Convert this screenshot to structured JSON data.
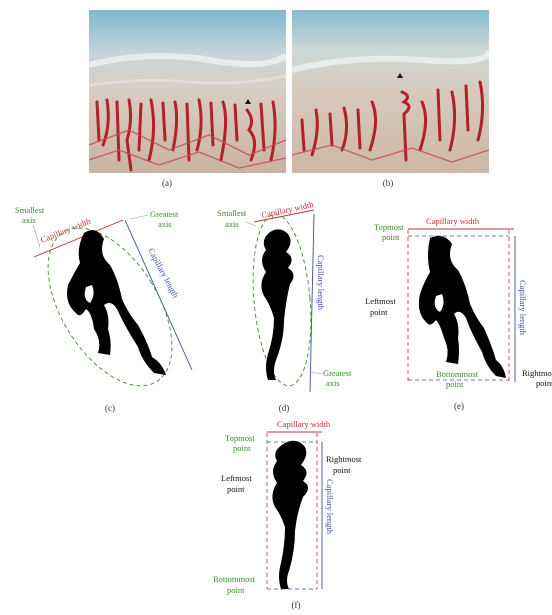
{
  "panels": {
    "a": {
      "caption": "(a)"
    },
    "b": {
      "caption": "(b)"
    },
    "c": {
      "caption": "(c)",
      "smallest_axis": [
        "Smallest",
        "axis"
      ],
      "greatest_axis": [
        "Greatest",
        "axis"
      ],
      "width": "Capillary width",
      "length": "Capillary length"
    },
    "d": {
      "caption": "(d)",
      "smallest_axis": [
        "Smallest",
        "axis"
      ],
      "greatest_axis": [
        "Greatest",
        "axis"
      ],
      "width": "Capillary width",
      "length": "Capillary length"
    },
    "e": {
      "caption": "(e)",
      "topmost": [
        "Topmost",
        "point"
      ],
      "leftmost": [
        "Leftmost",
        "point"
      ],
      "bottommost": [
        "Bottommost",
        "point"
      ],
      "rightmost": [
        "Rightmost",
        "point"
      ],
      "width": "Capillary width",
      "length": "Capillary length"
    },
    "f": {
      "caption": "(f)",
      "topmost": [
        "Topmost",
        "point"
      ],
      "leftmost": [
        "Leftmost",
        "point"
      ],
      "bottommost": [
        "Bottommost",
        "point"
      ],
      "rightmost": [
        "Rightmost",
        "point"
      ],
      "width": "Capillary width",
      "length": "Capillary length"
    }
  },
  "colors": {
    "label_green": "#3b8b2c",
    "label_red": "#c4303a",
    "label_blue": "#3f4fa8",
    "ellipse_green": "#3b8b2c"
  }
}
